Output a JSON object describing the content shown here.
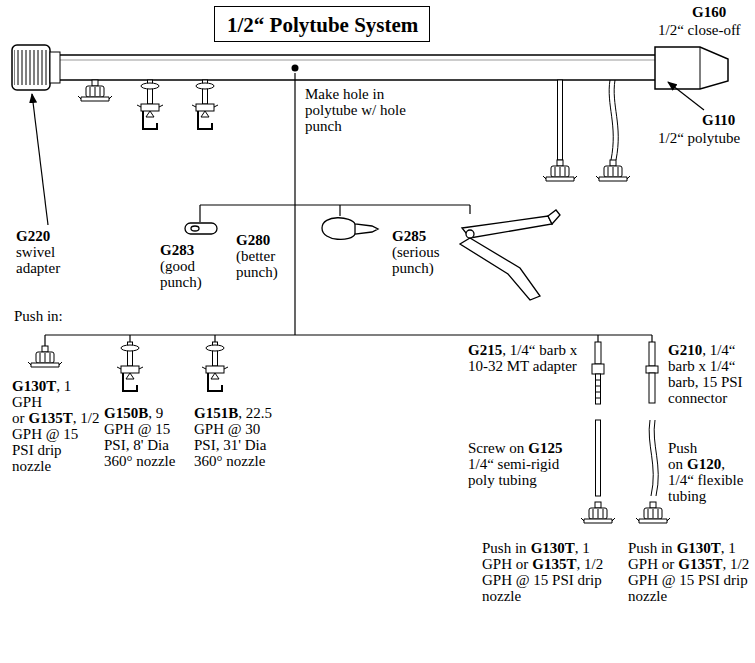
{
  "diagram": {
    "nodes": [
      {
        "text": [
          "1/2“ Polytube System"
        ]
      }
    ],
    "labels": [
      "G160",
      "1/2“ close-off",
      "G110",
      "1/2“ polytube",
      "Make hole in polytube w/ hole punch",
      "G220",
      "swivel adapter",
      "G283",
      "(good punch)",
      "G280",
      "(better punch)",
      "G285",
      "(serious punch)",
      "Push in:",
      "G130T",
      ", 1 GPH or",
      "G135T",
      ", 1/2 GPH @ 15 PSI drip nozzle",
      "G150B",
      ", 9 GPH @ 15 PSI, 8' Dia 360° nozzle",
      "G151B",
      ", 22.5 GPH @ 30 PSI, 31' Dia 360° nozzle",
      "G215",
      ", 1/4“ barb x 10-32 MT adapter",
      "Screw on",
      "G125",
      "1/4“ semi-rigid poly tubing",
      "G210",
      ", 1/4“ barb x 1/4“ barb, 15 PSI connector",
      "Push on",
      "G120",
      ", 1/4“ flexible tubing",
      "Push in",
      "G130T",
      ", 1 GPH or",
      "G135T",
      ", 1/2 GPH @ 15 PSI drip nozzle",
      "Push in",
      "G130T",
      ", 1 GPH or",
      "G135T",
      ", 1/2 GPH @ 15 PSI drip nozzle"
    ]
  }
}
